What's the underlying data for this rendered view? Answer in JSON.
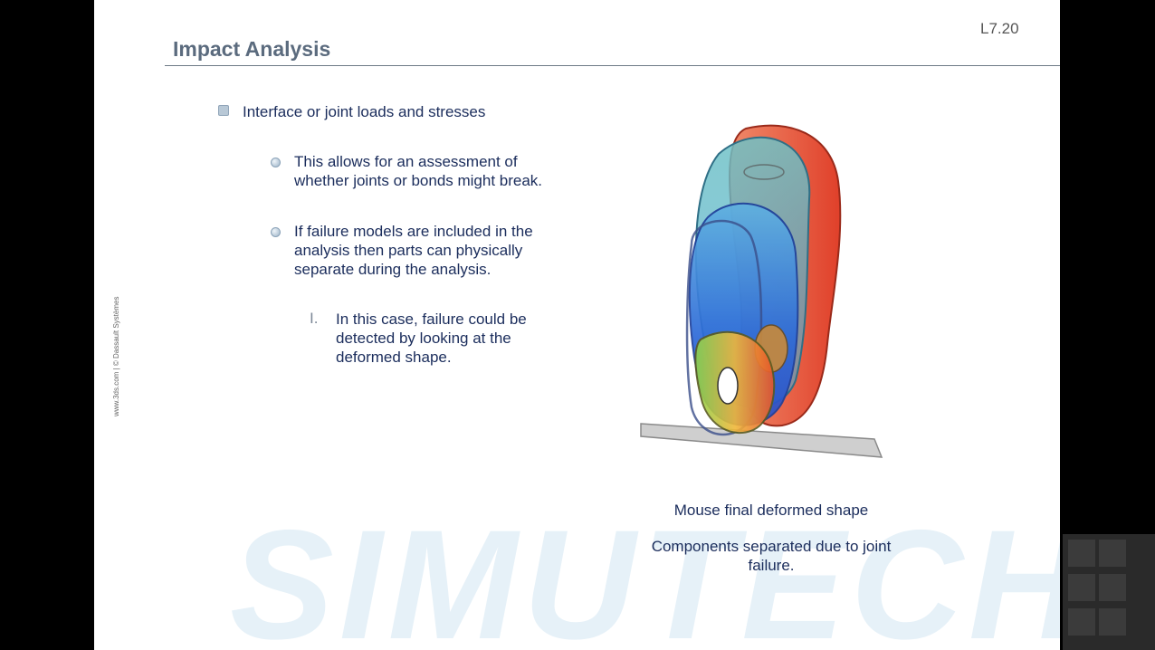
{
  "slide": {
    "number": "L7.20",
    "title": "Impact Analysis",
    "side_label": "www.3ds.com | © Dassault Systèmes",
    "watermark": "SIMUTECH"
  },
  "bullets": {
    "level1": "Interface or joint loads and stresses",
    "sub1_line1": "This allows for an assessment of",
    "sub1_line2": "whether joints or bonds might break.",
    "sub2_line1": "If failure models are included in the",
    "sub2_line2": "analysis then parts can physically",
    "sub2_line3": "separate during the analysis.",
    "roman_marker": "I.",
    "roman1_line1": "In this case, failure could be",
    "roman1_line2": "detected by looking at the",
    "roman1_line3": "deformed shape."
  },
  "figure": {
    "caption1": "Mouse final deformed shape",
    "caption2_line1": "Components separated due to joint",
    "caption2_line2": "failure."
  },
  "colors": {
    "title": "#5b6b7e",
    "body_text": "#1b2d5c",
    "watermark": "#e6f1f8"
  }
}
